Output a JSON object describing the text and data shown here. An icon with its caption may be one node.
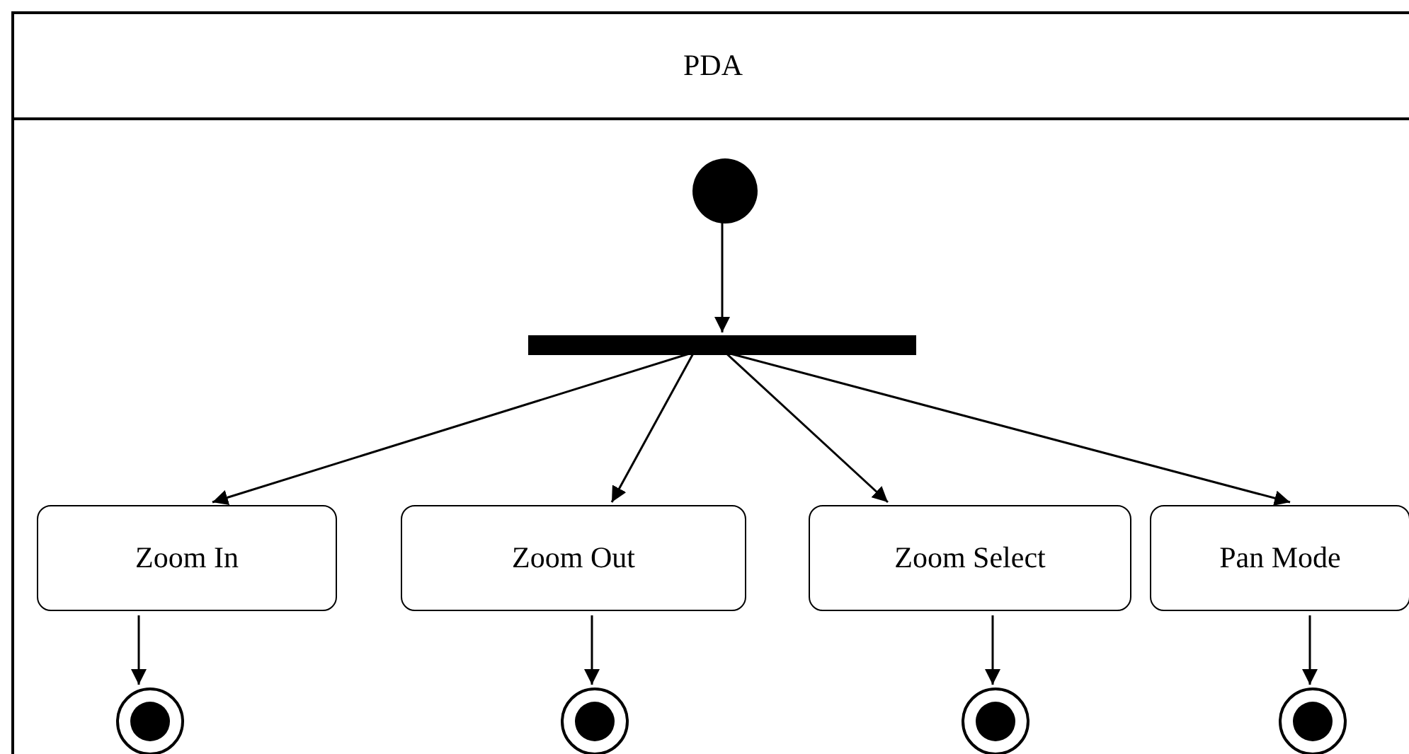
{
  "diagram": {
    "nodes": [
      {
        "text": [
          "PDA"
        ]
      },
      {
        "text": [],
        "shape": "circle",
        "in": 0
      },
      {
        "text": [],
        "shape": "bar",
        "in": 0
      },
      {
        "text": [
          "Zoom In"
        ],
        "in": 0
      },
      {
        "text": [
          "Zoom Out"
        ],
        "in": 0
      },
      {
        "text": [
          "Zoom Select"
        ],
        "in": 0
      },
      {
        "text": [
          "Pan Mode"
        ],
        "in": 0
      },
      {
        "text": [],
        "shape": "circle",
        "in": 0
      },
      {
        "text": [],
        "shape": "circle",
        "in": 0
      },
      {
        "text": [],
        "shape": "circle",
        "in": 0
      },
      {
        "text": [],
        "shape": "circle",
        "in": 0
      }
    ],
    "edges": [
      {
        "from": 1,
        "to": 2,
        "arrow": "to"
      },
      {
        "from": 2,
        "to": 3,
        "arrow": "to"
      },
      {
        "from": 2,
        "to": 4,
        "arrow": "to"
      },
      {
        "from": 2,
        "to": 5,
        "arrow": "to"
      },
      {
        "from": 2,
        "to": 6,
        "arrow": "to"
      },
      {
        "from": 3,
        "to": 7,
        "arrow": "to"
      },
      {
        "from": 4,
        "to": 8,
        "arrow": "to"
      },
      {
        "from": 5,
        "to": 9,
        "arrow": "to"
      },
      {
        "from": 6,
        "to": 10,
        "arrow": "to"
      }
    ]
  }
}
